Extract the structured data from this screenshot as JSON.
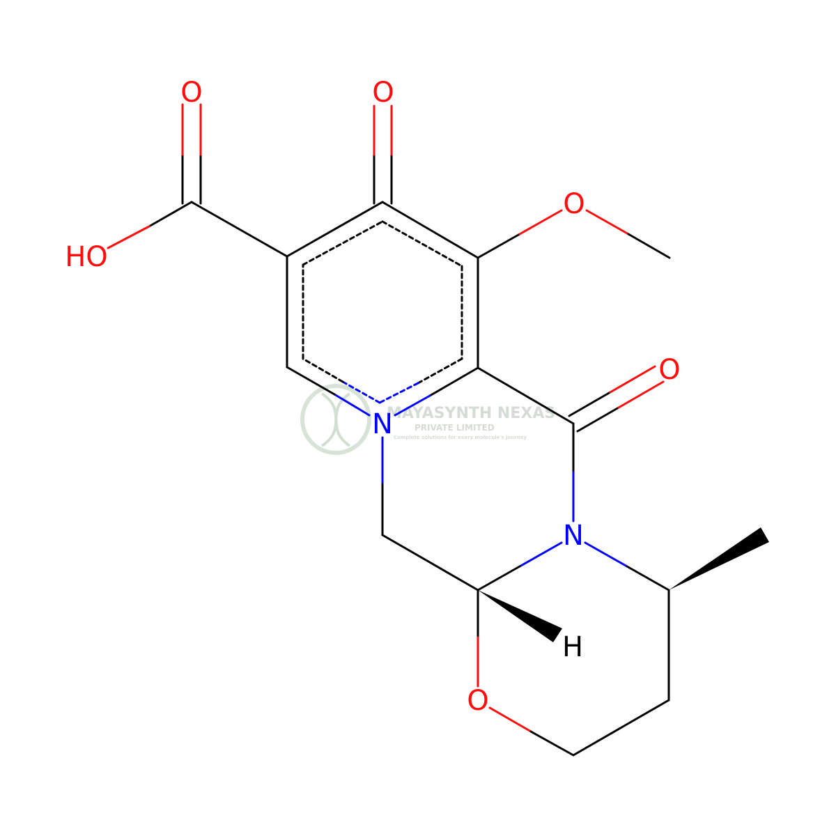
{
  "structure": {
    "atoms": [
      {
        "id": "o_carbonyl_acid",
        "symbol": "O"
      },
      {
        "id": "o_ketone",
        "symbol": "O"
      },
      {
        "id": "oh_acid",
        "symbol": "HO"
      },
      {
        "id": "o_methoxy",
        "symbol": "O"
      },
      {
        "id": "o_amide",
        "symbol": "O"
      },
      {
        "id": "n_ring",
        "symbol": "N"
      },
      {
        "id": "n_amide",
        "symbol": "N"
      },
      {
        "id": "h_stereo",
        "symbol": "H"
      },
      {
        "id": "o_ring",
        "symbol": "O"
      }
    ]
  },
  "watermark": {
    "company": "MAYASYNTH NEXAS",
    "subtitle": "PRIVATE LIMITED",
    "tagline": "Complete solutions for every molecule's journey"
  },
  "colors": {
    "bond": "#000000",
    "oxygen": "#ff0d0d",
    "nitrogen": "#0000ff",
    "hydrogen": "#000000",
    "watermark": "#b5c8b5"
  }
}
